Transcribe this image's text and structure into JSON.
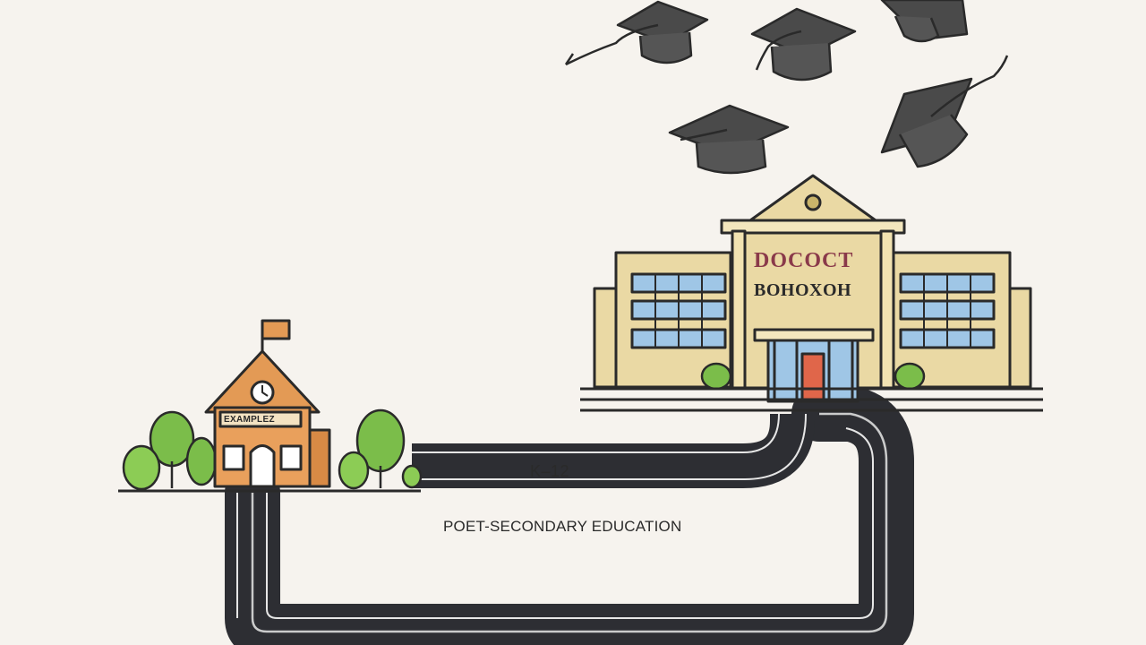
{
  "road": {
    "label": "K–12"
  },
  "caption": {
    "text": "POET-SECONDARY EDUCATION"
  },
  "university": {
    "sign_line1": "DOCOCT",
    "sign_line2": "BOHOXOH"
  },
  "school": {
    "sign": "EXAMPLEZ"
  },
  "colors": {
    "background": "#f6f3ee",
    "road": "#2d2e33",
    "school_wall": "#e39a55",
    "university_wall": "#ead9a4",
    "cap": "#4a4a4a",
    "tree": "#7bbd4a"
  },
  "icons": [
    "graduation-cap-icon",
    "school-house-icon",
    "university-building-icon",
    "tree-icon",
    "flag-icon",
    "clock-icon"
  ]
}
